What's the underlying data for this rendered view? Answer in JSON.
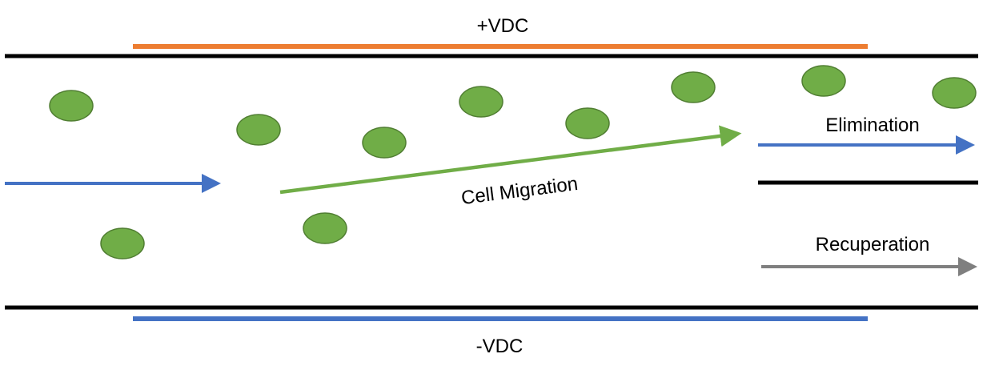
{
  "labels": {
    "positive_electrode": "+VDC",
    "negative_electrode": "-VDC",
    "migration": "Cell Migration",
    "elimination": "Elimination",
    "recuperation": "Recuperation"
  },
  "colors": {
    "positive_electrode": "#ED7D31",
    "negative_electrode": "#4472C4",
    "channel_wall": "#000000",
    "flow_arrow": "#4472C4",
    "migration_arrow": "#70AD47",
    "elimination_arrow": "#4472C4",
    "recuperation_arrow": "#7F7F7F",
    "cell_fill": "#70AD47",
    "cell_stroke": "#507E32"
  }
}
